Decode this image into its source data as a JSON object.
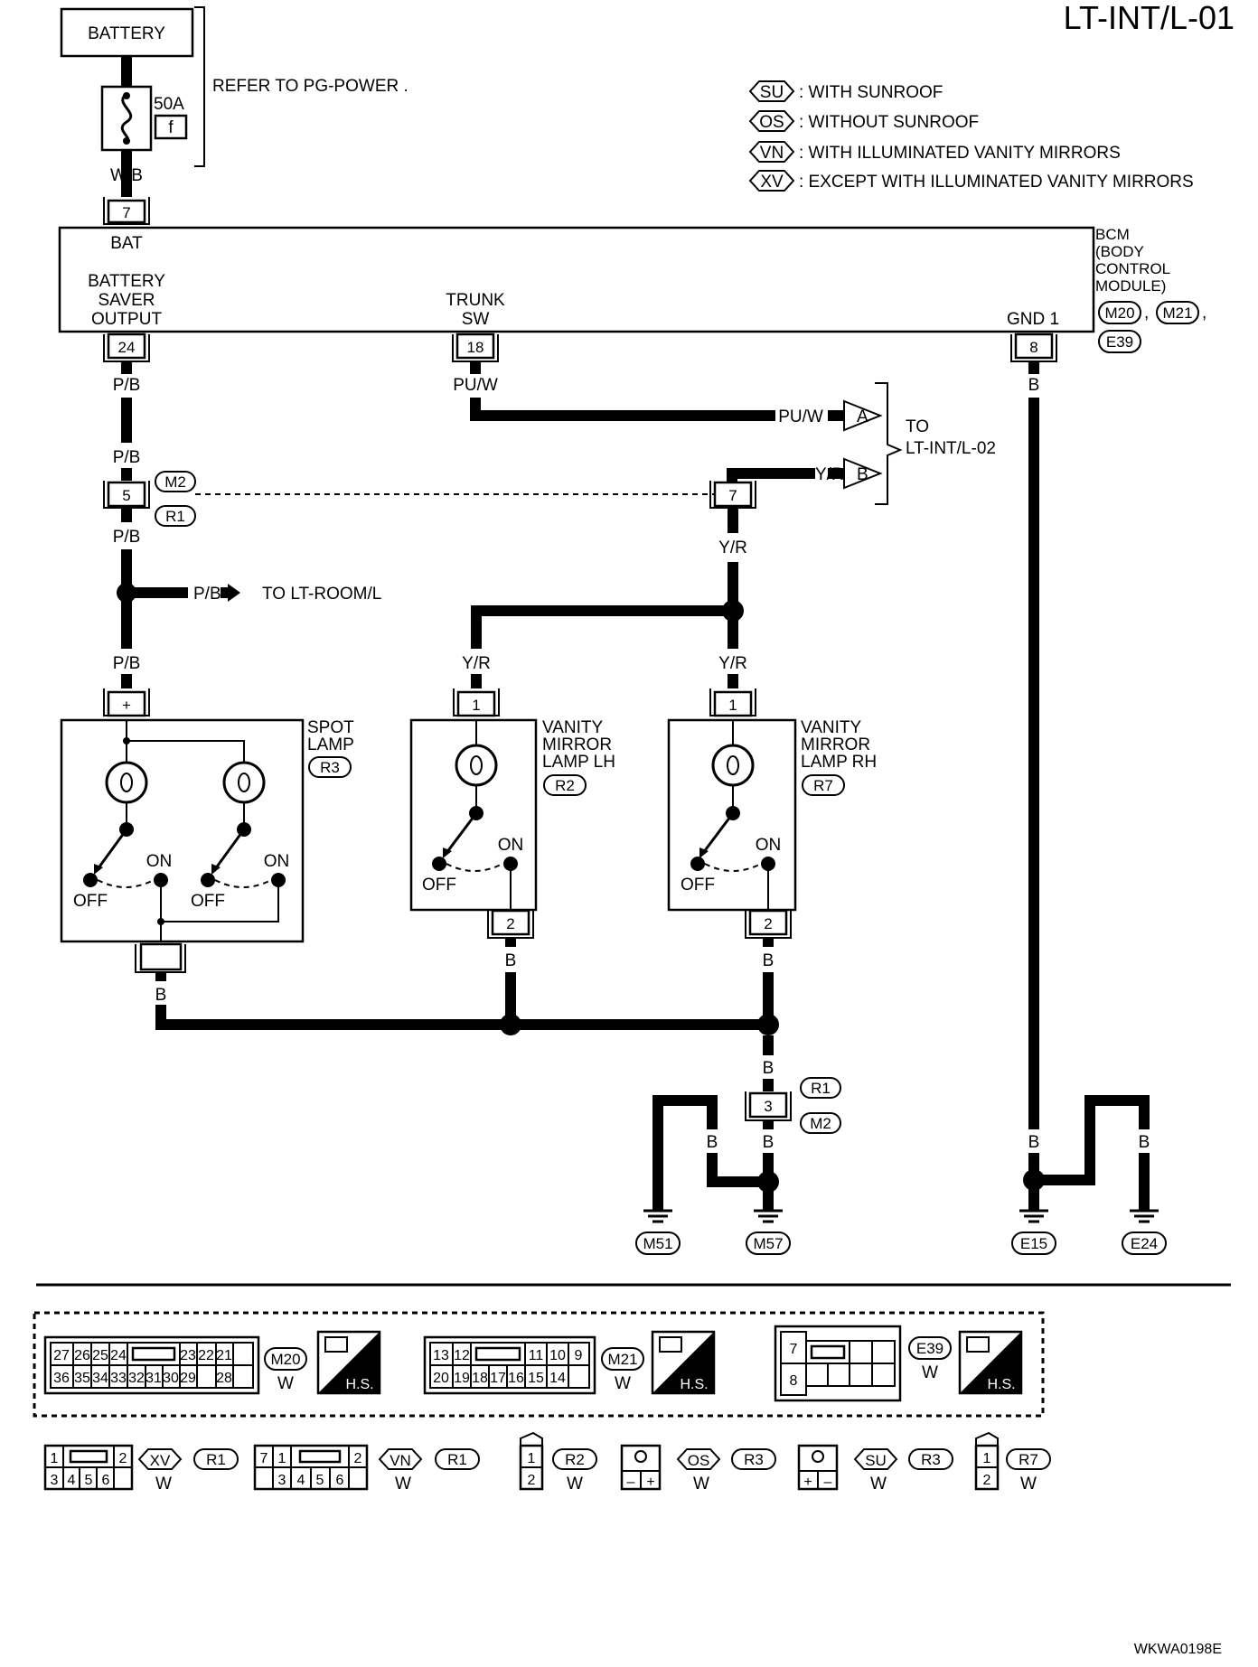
{
  "diagram": {
    "code": "LT-INT/L-01",
    "footer_code": "WKWA0198E",
    "battery": {
      "label": "BATTERY",
      "fuse_amp": "50A",
      "fuse_id": "f",
      "refer": "REFER TO  PG-POWER ."
    },
    "legend": [
      {
        "code": "SU",
        "text": ": WITH SUNROOF"
      },
      {
        "code": "OS",
        "text": ": WITHOUT SUNROOF"
      },
      {
        "code": "VN",
        "text": ": WITH ILLUMINATED VANITY MIRRORS"
      },
      {
        "code": "XV",
        "text": ": EXCEPT WITH ILLUMINATED VANITY MIRRORS"
      }
    ],
    "bcm": {
      "title": [
        "BCM",
        "(BODY",
        "CONTROL",
        "MODULE)"
      ],
      "connectors": [
        "M20",
        "M21",
        "E39"
      ],
      "sep": ",",
      "terminals": {
        "bat": {
          "num": "7",
          "label": "BAT"
        },
        "saver": {
          "num": "24",
          "label": [
            "BATTERY",
            "SAVER",
            "OUTPUT"
          ]
        },
        "trunk": {
          "num": "18",
          "label": [
            "TRUNK",
            "SW"
          ]
        },
        "gnd": {
          "num": "8",
          "label": "GND 1"
        }
      }
    },
    "wires": {
      "wb": "W/B",
      "pb": "P/B",
      "puw": "PU/W",
      "yr": "Y/R",
      "b": "B"
    },
    "offpage": {
      "a": "A",
      "b": "B",
      "to": [
        "TO",
        "LT-INT/L-02"
      ]
    },
    "joint": {
      "pin5": "5",
      "pin7": "7",
      "pin3": "3",
      "m2": "M2",
      "r1": "R1"
    },
    "to_room": "TO LT-ROOM/L",
    "spot_lamp": {
      "label": [
        "SPOT",
        "LAMP"
      ],
      "conn": "R3",
      "pin": "+",
      "on": "ON",
      "off": "OFF"
    },
    "vanity_lh": {
      "label": [
        "VANITY",
        "MIRROR",
        "LAMP LH"
      ],
      "conn": "R2",
      "pin1": "1",
      "pin2": "2",
      "on": "ON",
      "off": "OFF"
    },
    "vanity_rh": {
      "label": [
        "VANITY",
        "MIRROR",
        "LAMP RH"
      ],
      "conn": "R7",
      "pin1": "1",
      "pin2": "2",
      "on": "ON",
      "off": "OFF"
    },
    "grounds": [
      "M51",
      "M57",
      "E15",
      "E24"
    ],
    "connector_views": {
      "m20": {
        "id": "M20",
        "color": "W",
        "top": [
          "27",
          "26",
          "25",
          "24",
          "",
          "23",
          "22",
          "21"
        ],
        "bottom": [
          "36",
          "35",
          "34",
          "33",
          "32",
          "31",
          "30",
          "29",
          "28"
        ],
        "hs": "H.S."
      },
      "m21": {
        "id": "M21",
        "color": "W",
        "top": [
          "13",
          "12",
          "",
          "11",
          "10",
          "9"
        ],
        "bottom": [
          "20",
          "19",
          "18",
          "17",
          "16",
          "15",
          "14"
        ],
        "hs": "H.S."
      },
      "e39": {
        "id": "E39",
        "color": "W",
        "pins": [
          "7",
          "8"
        ],
        "hs": "H.S."
      },
      "r1xv": {
        "code": "XV",
        "id": "R1",
        "color": "W",
        "top": [
          "1",
          "",
          "2"
        ],
        "bottom": [
          "3",
          "4",
          "5",
          "6"
        ]
      },
      "r1vn": {
        "code": "VN",
        "id": "R1",
        "color": "W",
        "top": [
          "7",
          "1",
          "",
          "2"
        ],
        "bottom": [
          "",
          "3",
          "4",
          "5",
          "6"
        ]
      },
      "r2": {
        "id": "R2",
        "color": "W",
        "pins": [
          "1",
          "2"
        ]
      },
      "r3os": {
        "code": "OS",
        "id": "R3",
        "color": "W",
        "pins": [
          "–",
          "+"
        ]
      },
      "r3su": {
        "code": "SU",
        "id": "R3",
        "color": "W",
        "pins": [
          "+",
          "–"
        ]
      },
      "r7": {
        "id": "R7",
        "color": "W",
        "pins": [
          "1",
          "2"
        ]
      }
    }
  }
}
